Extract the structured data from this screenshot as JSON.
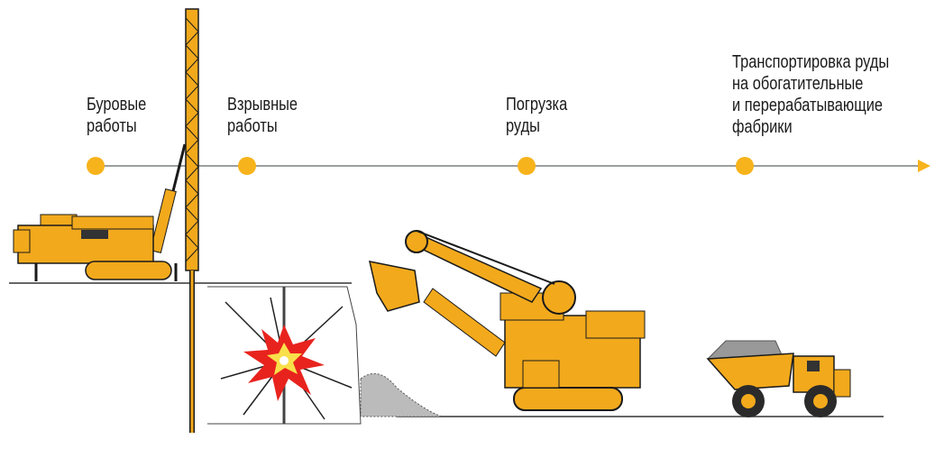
{
  "stages": [
    {
      "lines": [
        "Буровые",
        "работы"
      ]
    },
    {
      "lines": [
        "Взрывные",
        "работы"
      ]
    },
    {
      "lines": [
        "Погрузка",
        "руды"
      ]
    },
    {
      "lines": [
        "Транспортировка руды",
        "на обогатительные",
        "и перерабатывающие",
        "фабрики"
      ]
    }
  ],
  "colors": {
    "accent": "#F7B31B",
    "machine": "#F2A91C",
    "line": "#9A9E9E",
    "outline": "#1a1a1a",
    "explosion": "#E8231E"
  }
}
